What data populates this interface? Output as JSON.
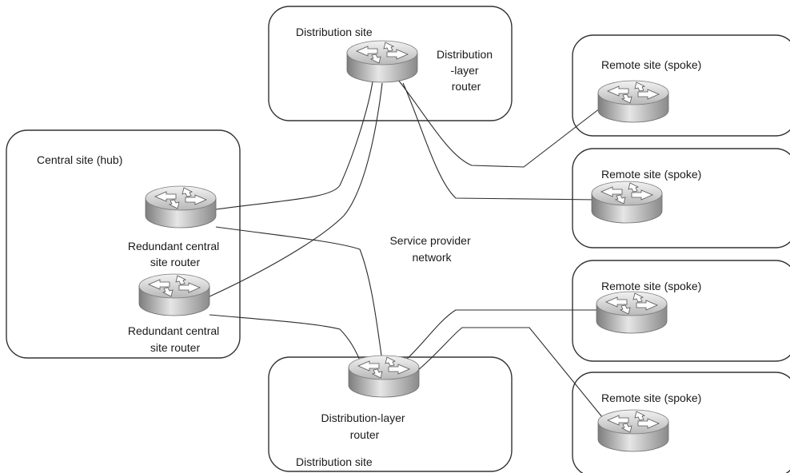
{
  "sites": {
    "distribution_top": {
      "title": "Distribution site",
      "router_label": [
        "Distribution",
        "-layer",
        "router"
      ]
    },
    "central": {
      "title": "Central site (hub)",
      "router1_label": [
        "Redundant central",
        "site router"
      ],
      "router2_label": [
        "Redundant central",
        "site router"
      ]
    },
    "distribution_bottom": {
      "title": "Distribution site",
      "router_label": [
        "Distribution-layer",
        "router"
      ]
    },
    "remotes": [
      {
        "title": "Remote site (spoke)"
      },
      {
        "title": "Remote site (spoke)"
      },
      {
        "title": "Remote site (spoke)"
      },
      {
        "title": "Remote site (spoke)"
      }
    ]
  },
  "network_label": [
    "Service provider",
    "network"
  ]
}
